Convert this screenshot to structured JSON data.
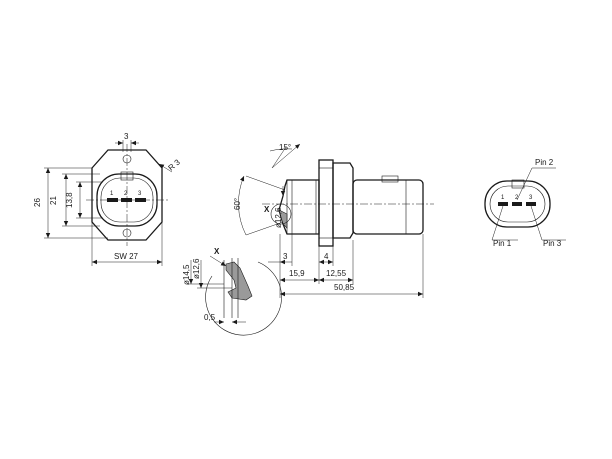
{
  "dims": {
    "width_3": "3",
    "radius_r3": "R 3",
    "height_26": "26",
    "height_21": "21",
    "height_13_8": "13,8",
    "sw27": "SW 27",
    "angle_15": "15°",
    "angle_60": "60°",
    "dia_12_6_side": "ø12,6",
    "len_3": "3",
    "len_4": "4",
    "len_15_9": "15,9",
    "len_12_55": "12,55",
    "len_50_85": "50,85",
    "dia_14_5": "ø14,5",
    "dia_12_6_detail": "ø12,6",
    "len_0_5": "0,5"
  },
  "detail": {
    "marker_side": "X",
    "marker_detail": "X"
  },
  "pins": {
    "num_1": "1",
    "num_2": "2",
    "num_3": "3",
    "label_pin1": "Pin 1",
    "label_pin2": "Pin 2",
    "label_pin3": "Pin 3"
  },
  "colors": {
    "line": "#1a1a1a",
    "hatch": "#9a9a9a",
    "background": "#ffffff"
  }
}
